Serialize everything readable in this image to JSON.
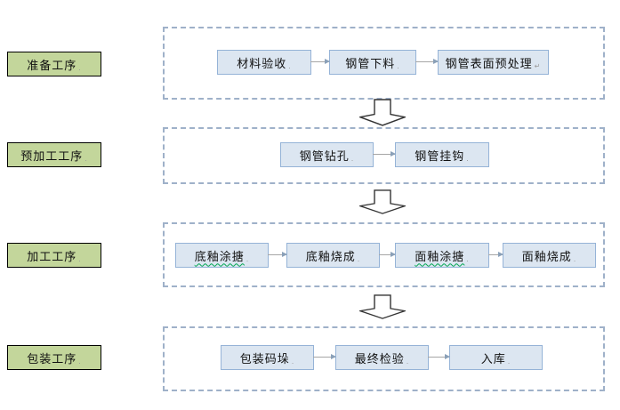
{
  "stages": [
    {
      "label": "准备工序",
      "mark": "."
    },
    {
      "label": "预加工工序",
      "mark": "."
    },
    {
      "label": "加工工序",
      "mark": "."
    },
    {
      "label": "包装工序",
      "mark": "."
    }
  ],
  "sections": [
    {
      "stage": "准备工序",
      "boxes": [
        {
          "label": "材料验收",
          "mark": "."
        },
        {
          "label": "钢管下料",
          "mark": "."
        },
        {
          "label": "钢管表面预处理",
          "mark": "↵"
        }
      ]
    },
    {
      "stage": "预加工工序",
      "boxes": [
        {
          "label": "钢管钻孔",
          "mark": "."
        },
        {
          "label": "钢管挂钩",
          "mark": "."
        }
      ]
    },
    {
      "stage": "加工工序",
      "boxes": [
        {
          "label": "底釉涂搪",
          "mark": "."
        },
        {
          "label": "底釉烧成",
          "mark": "."
        },
        {
          "label": "面釉涂搪",
          "mark": "."
        },
        {
          "label": "面釉烧成",
          "mark": "."
        }
      ]
    },
    {
      "stage": "包装工序",
      "boxes": [
        {
          "label": "包装码垛",
          "mark": "."
        },
        {
          "label": "最终检验",
          "mark": "."
        },
        {
          "label": "入库",
          "mark": "."
        }
      ]
    }
  ],
  "flow": "准备工序 → 预加工工序 → 加工工序 → 包装工序",
  "colors": {
    "stage_label_fill": "#c3d69b",
    "stage_label_border": "#000000",
    "step_fill": "#dce6f1",
    "step_border": "#95b3d7",
    "section_border": "#9fb1c9",
    "connector": "#a6a6a6",
    "connector_head": "#8aa0b8",
    "spellcheck_underline": "#00a650",
    "arrow_outline": "#333333"
  }
}
